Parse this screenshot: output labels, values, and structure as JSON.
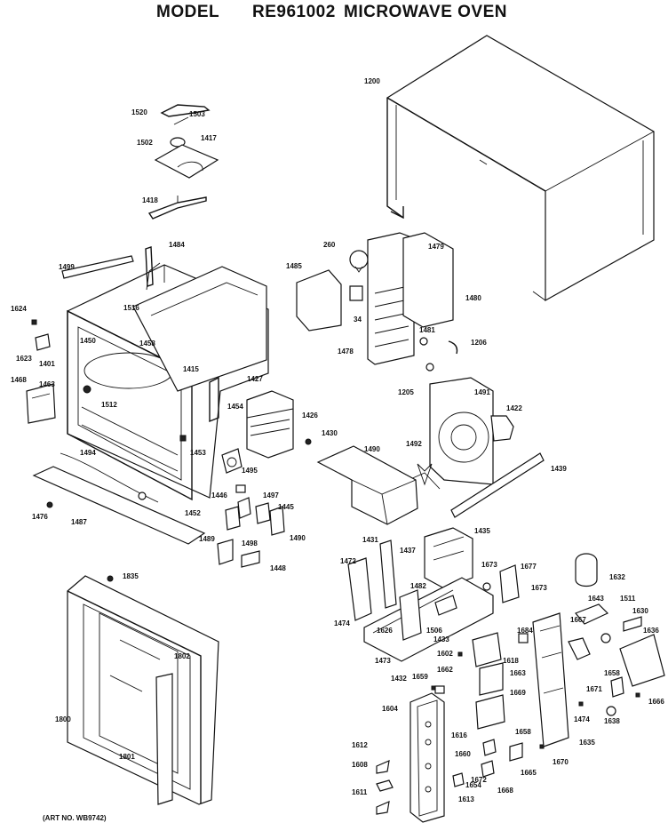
{
  "header": {
    "model_label": "MODEL",
    "model_number": "RE961002",
    "product": "MICROWAVE OVEN"
  },
  "footer": {
    "art_number": "(ART NO. WB9742)"
  },
  "callouts": [
    "1200",
    "1520",
    "1503",
    "1502",
    "1417",
    "1418",
    "1484",
    "1499",
    "1624",
    "1623",
    "1516",
    "1450",
    "1458",
    "1401",
    "1415",
    "1468",
    "1463",
    "1512",
    "1427",
    "1454",
    "1426",
    "1494",
    "1453",
    "1476",
    "1487",
    "1452",
    "1495",
    "1446",
    "1497",
    "1445",
    "1489",
    "1498",
    "1490",
    "1448",
    "1835",
    "1802",
    "1800",
    "1801",
    "260",
    "1479",
    "1485",
    "34",
    "1480",
    "1478",
    "1481",
    "1206",
    "1205",
    "1491",
    "1422",
    "1430",
    "1492",
    "1490",
    "1439",
    "1435",
    "1431",
    "1437",
    "1472",
    "1473",
    "1632",
    "1474",
    "1482",
    "1626",
    "1506",
    "1433",
    "1432",
    "1677",
    "1673",
    "1511",
    "1643",
    "1630",
    "1684",
    "1618",
    "1604",
    "1612",
    "1608",
    "1611",
    "1659",
    "1602",
    "1663",
    "1669",
    "1616",
    "1660",
    "1672",
    "1613",
    "1658",
    "1654",
    "1667",
    "1636",
    "1671",
    "1658",
    "1474",
    "1670",
    "1668",
    "1665",
    "1635",
    "1666",
    "1638",
    "1673",
    "1662"
  ]
}
